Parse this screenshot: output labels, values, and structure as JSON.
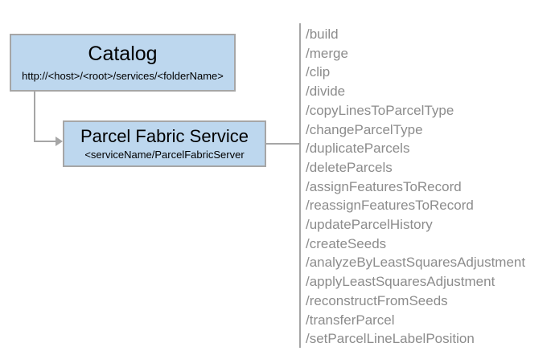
{
  "diagram": {
    "background_color": "#ffffff",
    "node_fill_color": "#bdd7ee",
    "node_border_color": "#a6a6a6",
    "connector_color": "#a6a6a6",
    "operation_text_color": "#8c8c8c"
  },
  "nodes": {
    "catalog": {
      "title": "Catalog",
      "subtitle": "http://<host>/<root>/services/<folderName>"
    },
    "service": {
      "title": "Parcel Fabric Service",
      "subtitle": "<serviceName/ParcelFabricServer"
    }
  },
  "operations": [
    "/build",
    "/merge",
    "/clip",
    "/divide",
    "/copyLinesToParcelType",
    "/changeParcelType",
    "/duplicateParcels",
    "/deleteParcels",
    "/assignFeaturesToRecord",
    "/reassignFeaturesToRecord",
    "/updateParcelHistory",
    "/createSeeds",
    "/analyzeByLeastSquaresAdjustment",
    "/applyLeastSquaresAdjustment",
    "/reconstructFromSeeds",
    "/transferParcel",
    "/setParcelLineLabelPosition"
  ]
}
